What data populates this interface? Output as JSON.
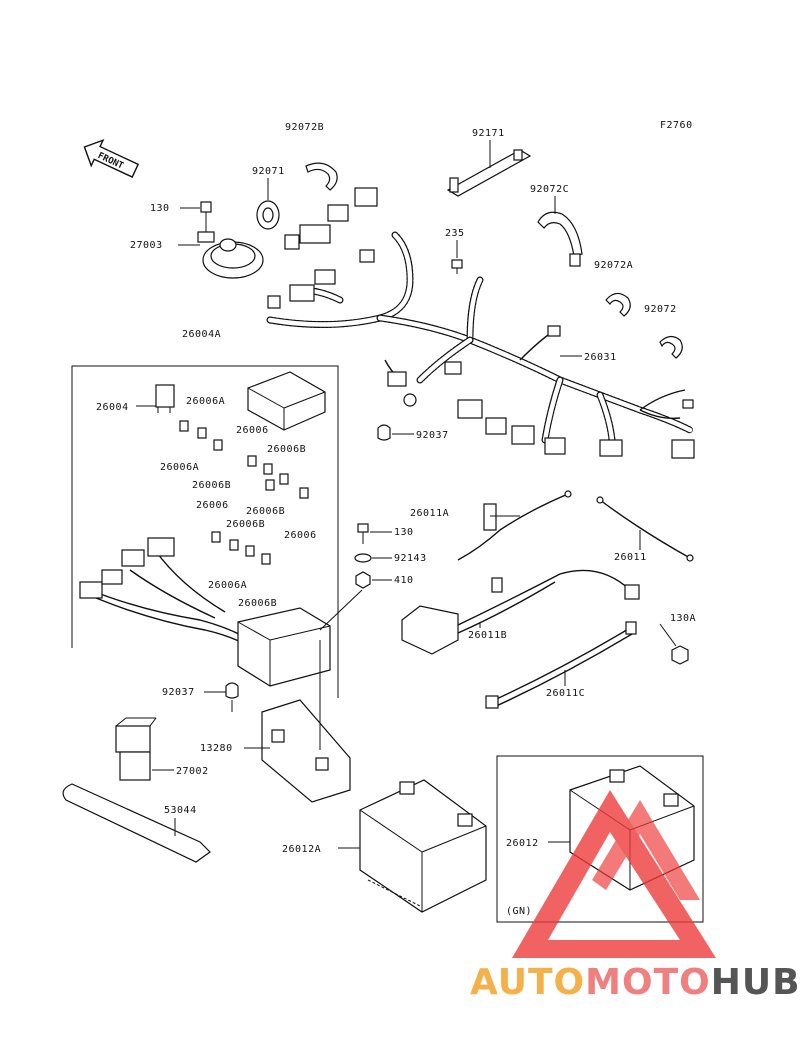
{
  "figure_code": "F2760",
  "front_label": "FRONT",
  "labels": {
    "l92072B": "92072B",
    "l92171": "92171",
    "l92071": "92071",
    "l130a": "130",
    "l27003": "27003",
    "l92072C": "92072C",
    "l235": "235",
    "l92072A": "92072A",
    "l92072": "92072",
    "l26004A": "26004A",
    "l26031": "26031",
    "l26004": "26004",
    "l26006A_1": "26006A",
    "l26006_1": "26006",
    "l26006A_2": "26006A",
    "l26006B_1": "26006B",
    "l26006B_2": "26006B",
    "l92037_1": "92037",
    "l26006_2": "26006",
    "l26006B_3": "26006B",
    "l26006B_4": "26006B",
    "l26006_3": "26006",
    "l26006A_3": "26006A",
    "l26006B_5": "26006B",
    "l26011A": "26011A",
    "l130b": "130",
    "l92143": "92143",
    "l410": "410",
    "l26011": "26011",
    "l26011B": "26011B",
    "l130A": "130A",
    "l26011C": "26011C",
    "l92037_2": "92037",
    "l13280": "13280",
    "l27002": "27002",
    "l53044": "53044",
    "l26012A": "26012A",
    "l26012": "26012",
    "lGN": "(GN)"
  },
  "watermark": {
    "part1": "AUTO",
    "part2": "MOTO",
    "part3": "HUB",
    "color1": "#f5b04a",
    "color2": "#f08080",
    "color3": "#555555",
    "logo_color": "#ee3b3b"
  }
}
